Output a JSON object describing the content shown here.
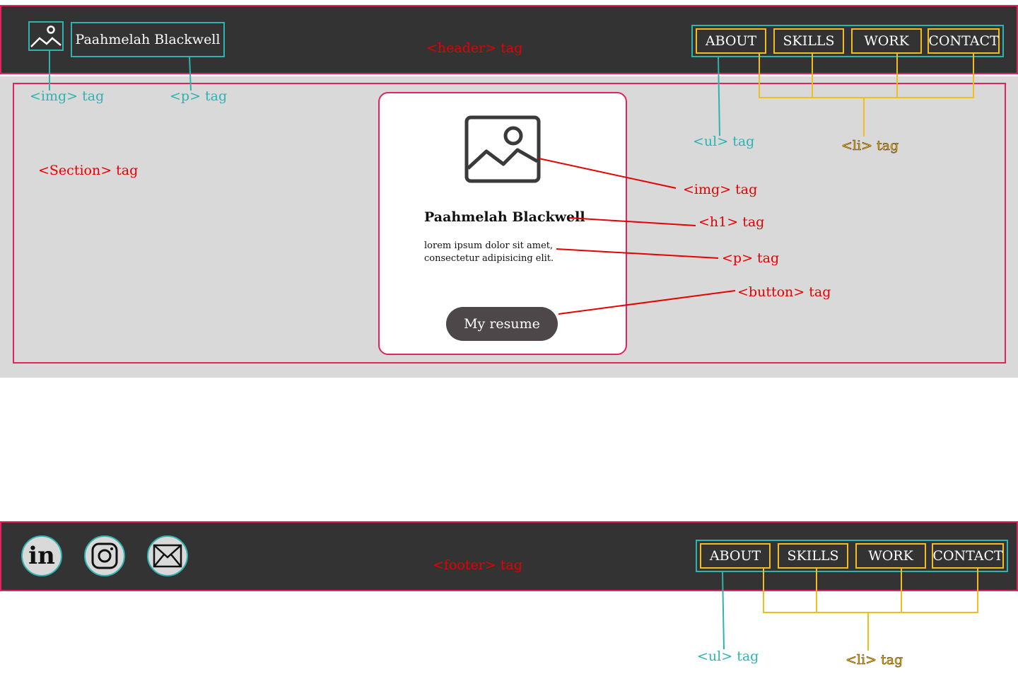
{
  "header": {
    "name": "Paahmelah Blackwell",
    "nav": [
      "ABOUT",
      "SKILLS",
      "WORK",
      "CONTACT"
    ]
  },
  "card": {
    "heading": "Paahmelah Blackwell",
    "text_line1": "lorem ipsum dolor sit amet,",
    "text_line2": "consectetur adipisicing elit.",
    "button": "My resume"
  },
  "footer": {
    "nav": [
      "ABOUT",
      "SKILLS",
      "WORK",
      "CONTACT"
    ],
    "social_icons": [
      "linkedin-icon",
      "instagram-icon",
      "mail-icon"
    ],
    "linkedin_text": "in"
  },
  "annotations": {
    "header_tag": "<header> tag",
    "img_tag_header": "<img> tag",
    "p_tag_header": "<p> tag",
    "ul_tag_header": "<ul> tag",
    "li_tag_header": "<li> tag",
    "section_tag": "<Section> tag",
    "img_tag_card": "<img> tag",
    "h1_tag": "<h1> tag",
    "p_tag_card": "<p> tag",
    "button_tag": "<button> tag",
    "footer_tag": "<footer> tag",
    "ul_tag_footer": "<ul> tag",
    "li_tag_footer": "<li> tag"
  },
  "colors": {
    "annotation_red": "#e60000",
    "annotation_teal": "#2eb3b0",
    "annotation_yellow": "#f2bd1d",
    "bar_dark": "#333333",
    "section_grey": "#d9d9d9",
    "outline_pink": "#e0245e"
  }
}
